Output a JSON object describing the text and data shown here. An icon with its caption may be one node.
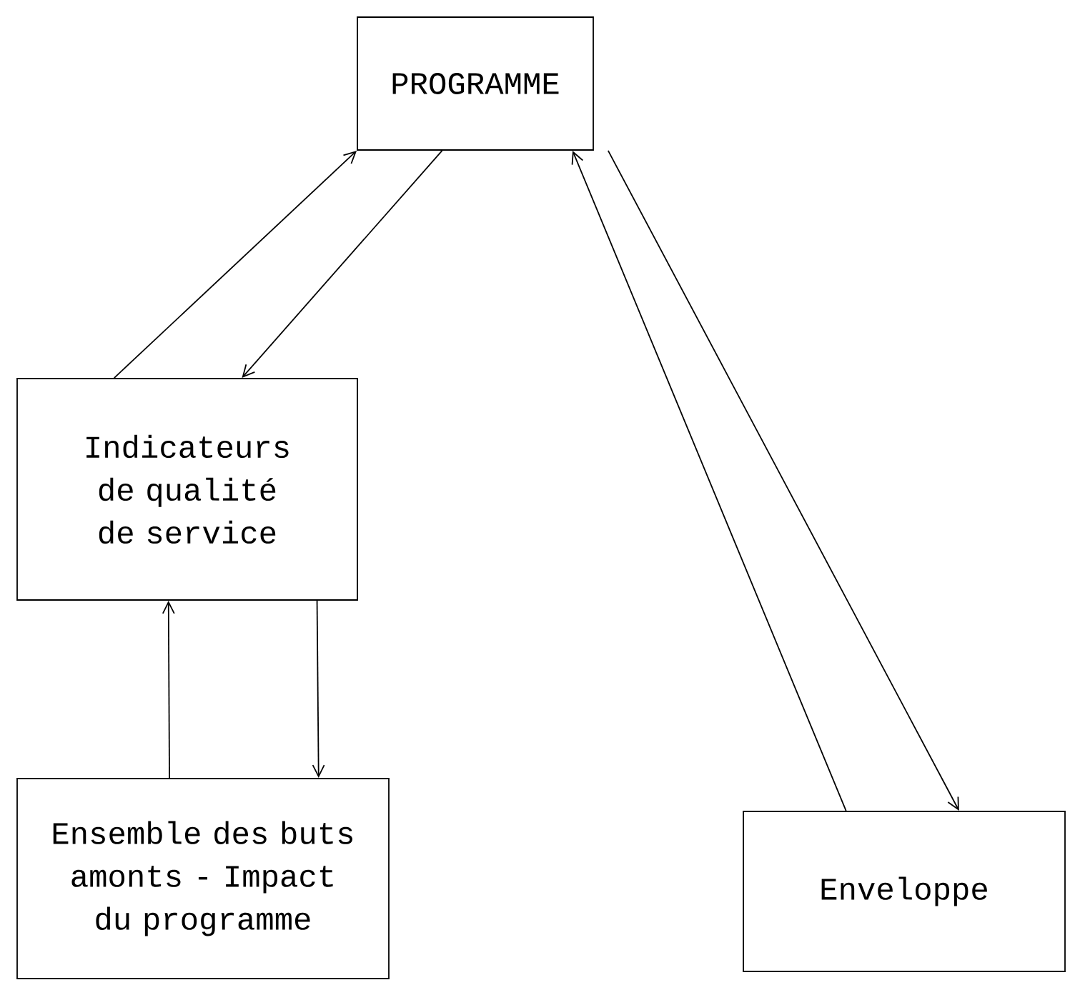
{
  "diagram": {
    "nodes": [
      {
        "text": [
          "PROGRAMME"
        ]
      },
      {
        "text": [
          "Indicateurs de qualité de service"
        ]
      },
      {
        "text": [
          "Ensemble des buts amonts - Impact du programme"
        ]
      },
      {
        "text": [
          "Enveloppe"
        ]
      }
    ],
    "edges": [
      {
        "from": 1,
        "to": 0,
        "arrow": "to"
      },
      {
        "from": 0,
        "to": 1,
        "arrow": "to"
      },
      {
        "from": 2,
        "to": 1,
        "arrow": "to"
      },
      {
        "from": 1,
        "to": 2,
        "arrow": "to"
      },
      {
        "from": 3,
        "to": 0,
        "arrow": "to"
      },
      {
        "from": 0,
        "to": 3,
        "arrow": "to"
      }
    ]
  }
}
